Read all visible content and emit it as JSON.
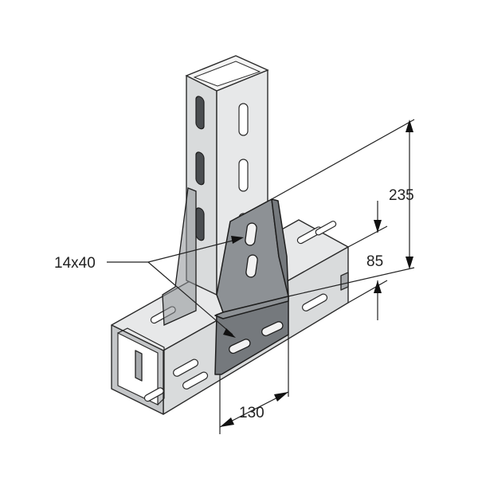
{
  "dimensions": {
    "height_total": "235",
    "height_channel": "85",
    "plate_width": "130",
    "slot_size": "14x40"
  },
  "colors": {
    "steel": "#d9dbdc",
    "plate": "#75797d",
    "lines": "#222222"
  }
}
